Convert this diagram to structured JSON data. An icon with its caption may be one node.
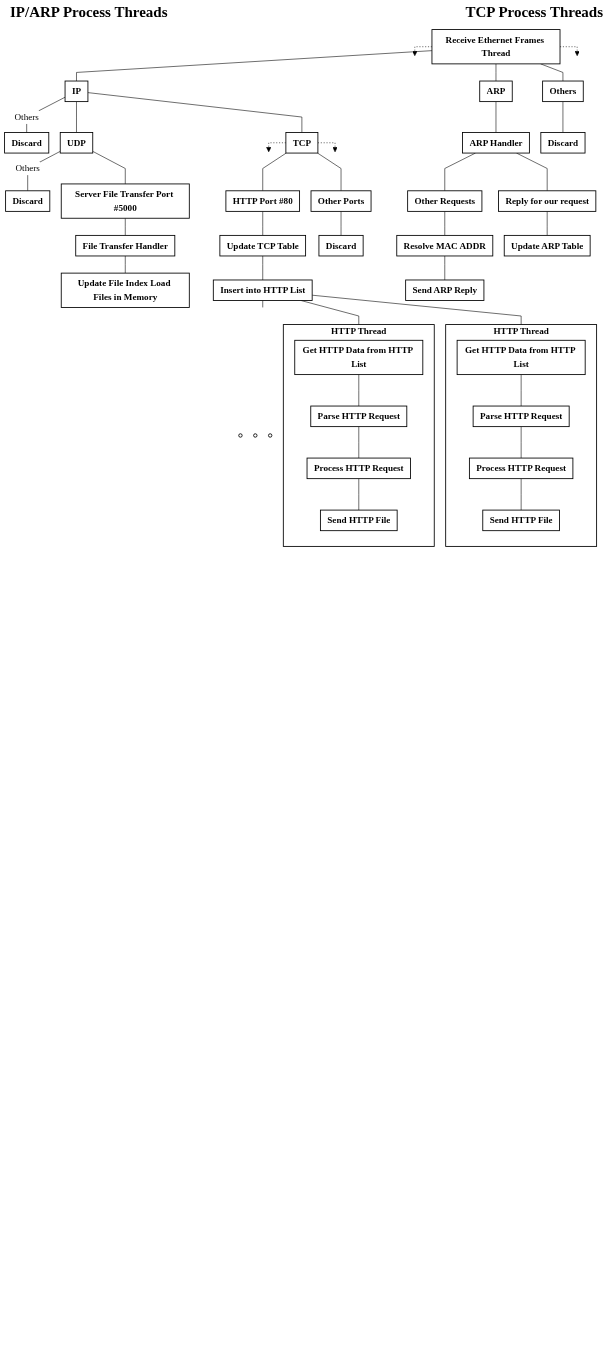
{
  "diagram": {
    "nodes": [
      {
        "text": [
          "Receive Ethernet Frames Thread"
        ]
      },
      {
        "text": [
          "IP"
        ]
      },
      {
        "text": [
          "ARP"
        ]
      },
      {
        "text": [
          "Others"
        ]
      },
      {
        "text": [
          "Discard"
        ]
      },
      {
        "text": [
          "ARP Handler"
        ]
      },
      {
        "text": [
          "Discard"
        ]
      },
      {
        "text": [
          "UDP"
        ]
      },
      {
        "text": [
          "Other Requests"
        ]
      },
      {
        "text": [
          "Reply for our request"
        ]
      },
      {
        "text": [
          "Update ARP Table"
        ]
      },
      {
        "text": [
          "Discard"
        ]
      },
      {
        "text": [
          "Resolve MAC ADDR"
        ]
      },
      {
        "text": [
          "Send ARP Reply"
        ]
      },
      {
        "text": [
          "TCP"
        ]
      },
      {
        "text": [
          "Server File Transfer Port #5000"
        ]
      },
      {
        "text": [
          "HTTP Port #80"
        ]
      },
      {
        "text": [
          "Other Ports"
        ]
      },
      {
        "text": [
          "File Transfer Handler"
        ]
      },
      {
        "text": [
          "Update TCP Table"
        ]
      },
      {
        "text": [
          "Discard"
        ]
      },
      {
        "text": [
          "Update File Index Load Files in Memory"
        ]
      },
      {
        "text": [
          "Insert into HTTP List"
        ]
      },
      {
        "text": [
          "HTTP Thread"
        ]
      },
      {
        "text": [
          "Get HTTP Data from HTTP List"
        ],
        "in": 23
      },
      {
        "text": [
          "Parse HTTP Request"
        ],
        "in": 23
      },
      {
        "text": [
          "Process HTTP Request"
        ],
        "in": 23
      },
      {
        "text": [
          "Send HTTP File"
        ],
        "in": 23
      },
      {
        "text": [],
        "shape": "circle"
      },
      {
        "text": [],
        "shape": "circle"
      },
      {
        "text": [],
        "shape": "circle"
      },
      {
        "text": [
          "HTTP Thread"
        ]
      },
      {
        "text": [
          "Get HTTP Data from HTTP List"
        ],
        "in": 31
      },
      {
        "text": [
          "Parse HTTP Request"
        ],
        "in": 31
      },
      {
        "text": [
          "Process HTTP Request"
        ],
        "in": 31
      },
      {
        "text": [
          "Send HTTP File"
        ],
        "in": 31
      }
    ],
    "edges": [
      {
        "from": 0,
        "to": null,
        "arrow": "to",
        "style": "dashed"
      },
      {
        "from": 0,
        "to": 1,
        "arrow": "none"
      },
      {
        "from": 0,
        "to": 2,
        "arrow": "none"
      },
      {
        "from": 0,
        "to": 3,
        "arrow": "none"
      },
      {
        "from": 0,
        "to": null,
        "arrow": "to",
        "style": "dashed"
      },
      {
        "from": 1,
        "to": 4,
        "arrow": "none",
        "label": "Others"
      },
      {
        "from": 1,
        "to": 7,
        "arrow": "none"
      },
      {
        "from": 1,
        "to": 14,
        "arrow": "none"
      },
      {
        "from": 2,
        "to": 5,
        "arrow": "none"
      },
      {
        "from": 3,
        "to": 6,
        "arrow": "none"
      },
      {
        "from": 5,
        "to": 8,
        "arrow": "none"
      },
      {
        "from": 5,
        "to": 9,
        "arrow": "none"
      },
      {
        "from": 9,
        "to": 10,
        "arrow": "none"
      },
      {
        "from": 7,
        "to": 11,
        "arrow": "none",
        "label": "Others"
      },
      {
        "from": 7,
        "to": 15,
        "arrow": "none"
      },
      {
        "from": 8,
        "to": 12,
        "arrow": "none"
      },
      {
        "from": 12,
        "to": 13,
        "arrow": "none"
      },
      {
        "from": 14,
        "to": null,
        "arrow": "to",
        "style": "dashed"
      },
      {
        "from": 14,
        "to": 16,
        "arrow": "none"
      },
      {
        "from": 14,
        "to": 17,
        "arrow": "none"
      },
      {
        "from": 14,
        "to": null,
        "arrow": "to",
        "style": "dashed"
      },
      {
        "from": 15,
        "to": 18,
        "arrow": "none"
      },
      {
        "from": 18,
        "to": 21,
        "arrow": "none"
      },
      {
        "from": 16,
        "to": 19,
        "arrow": "none"
      },
      {
        "from": 19,
        "to": 22,
        "arrow": "none"
      },
      {
        "from": 17,
        "to": 20,
        "arrow": "none"
      },
      {
        "from": 22,
        "to": 23,
        "arrow": "none"
      },
      {
        "from": 22,
        "to": null,
        "arrow": "none"
      },
      {
        "from": 22,
        "to": 31,
        "arrow": "none"
      },
      {
        "from": 24,
        "to": 25,
        "arrow": "none"
      },
      {
        "from": 25,
        "to": 26,
        "arrow": "none"
      },
      {
        "from": 26,
        "to": 27,
        "arrow": "none"
      },
      {
        "from": 32,
        "to": 33,
        "arrow": "none"
      },
      {
        "from": 33,
        "to": 34,
        "arrow": "none"
      },
      {
        "from": 34,
        "to": 35,
        "arrow": "none"
      }
    ],
    "labels": [
      "IP/ARP Process Threads",
      "TCP Process Threads"
    ]
  }
}
